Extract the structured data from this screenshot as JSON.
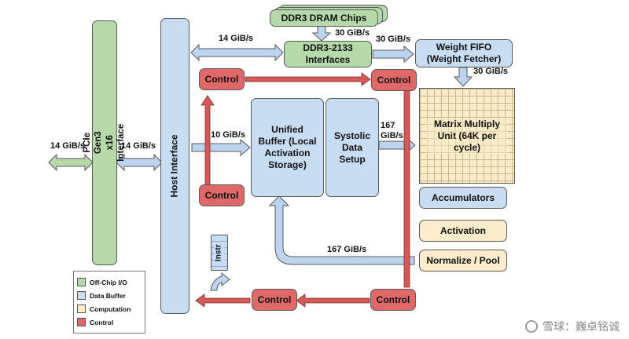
{
  "colors": {
    "offchip": "#b5d9a8",
    "buffer": "#c9ddf2",
    "computation": "#fbeccb",
    "control": "#e06868",
    "arrow_blue": "#bcd4ee",
    "arrow_red": "#d45a5a"
  },
  "blocks": {
    "pcie": "PCIe Gen3 x16 Interface",
    "host": "Host Interface",
    "ddr3_chips": "DDR3 DRAM Chips",
    "ddr3_if": "DDR3-2133 Interfaces",
    "weight_fifo": "Weight FIFO (Weight Fetcher)",
    "unified_buffer": "Unified Buffer (Local Activation Storage)",
    "systolic": "Systolic Data Setup",
    "mmu": "Matrix Multiply Unit (64K per cycle)",
    "accumulators": "Accumulators",
    "activation": "Activation",
    "normalize": "Normalize / Pool",
    "control": "Control",
    "instr": "Instr"
  },
  "labels": {
    "pcie_left": "14 GiB/s",
    "pcie_host": "14 GiB/s",
    "host_ddr": "14 GiB/s",
    "chips_ddr": "30 GiB/s",
    "ddr_fifo": "30 GiB/s",
    "fifo_mmu": "30 GiB/s",
    "host_ub": "10 GiB/s",
    "systolic_mmu": "167 GiB/s",
    "feedback": "167 GiB/s"
  },
  "legend": [
    {
      "label": "Off-Chip I/O",
      "color": "#b5d9a8"
    },
    {
      "label": "Data Buffer",
      "color": "#c9ddf2"
    },
    {
      "label": "Computation",
      "color": "#fbeccb"
    },
    {
      "label": "Control",
      "color": "#e06868"
    }
  ],
  "watermark": "雪球：巍卓铭诚"
}
